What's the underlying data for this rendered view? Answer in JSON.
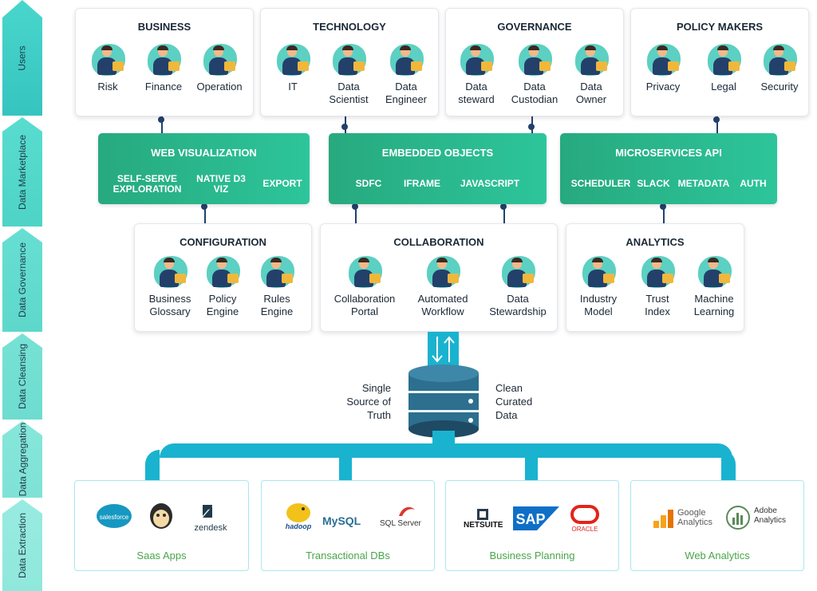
{
  "stages": [
    "Users",
    "Data Marketplace",
    "Data Governance",
    "Data Cleansing",
    "Data Aggregation",
    "Data Extraction"
  ],
  "users": [
    {
      "title": "BUSINESS",
      "items": [
        [
          "Risk"
        ],
        [
          "Finance"
        ],
        [
          "Operation"
        ]
      ]
    },
    {
      "title": "TECHNOLOGY",
      "items": [
        [
          "IT"
        ],
        [
          "Data",
          "Scientist"
        ],
        [
          "Data",
          "Engineer"
        ]
      ]
    },
    {
      "title": "GOVERNANCE",
      "items": [
        [
          "Data",
          "steward"
        ],
        [
          "Data",
          "Custodian"
        ],
        [
          "Data",
          "Owner"
        ]
      ]
    },
    {
      "title": "POLICY MAKERS",
      "items": [
        [
          "Privacy"
        ],
        [
          "Legal"
        ],
        [
          "Security"
        ]
      ]
    }
  ],
  "marketplace": [
    {
      "title": "WEB VISUALIZATION",
      "items": [
        [
          "SELF-SERVE",
          "EXPLORATION"
        ],
        [
          "NATIVE D3",
          "VIZ"
        ],
        [
          "EXPORT"
        ]
      ]
    },
    {
      "title": "EMBEDDED OBJECTS",
      "items": [
        [
          "SDFC"
        ],
        [
          "IFRAME"
        ],
        [
          "JAVASCRIPT"
        ]
      ]
    },
    {
      "title": "MICROSERVICES API",
      "items": [
        [
          "SCHEDULER"
        ],
        [
          "SLACK"
        ],
        [
          "METADATA"
        ],
        [
          "AUTH"
        ]
      ]
    }
  ],
  "governance": [
    {
      "title": "CONFIGURATION",
      "items": [
        [
          "Business",
          "Glossary"
        ],
        [
          "Policy",
          "Engine"
        ],
        [
          "Rules",
          "Engine"
        ]
      ]
    },
    {
      "title": "COLLABORATION",
      "items": [
        [
          "Collaboration",
          "Portal"
        ],
        [
          "Automated",
          "Workflow"
        ],
        [
          "Data",
          "Stewardship"
        ]
      ]
    },
    {
      "title": "ANALYTICS",
      "items": [
        [
          "Industry",
          "Model"
        ],
        [
          "Trust",
          "Index"
        ],
        [
          "Machine",
          "Learning"
        ]
      ]
    }
  ],
  "hub": {
    "left": [
      "Single",
      "Source of",
      "Truth"
    ],
    "right": [
      "Clean",
      "Curated",
      "Data"
    ]
  },
  "sources": [
    {
      "label": "Saas Apps",
      "logos": [
        "salesforce",
        "",
        "zendesk"
      ]
    },
    {
      "label": "Transactional DBs",
      "logos": [
        "hadoop",
        "MySQL",
        "SQL Server"
      ]
    },
    {
      "label": "Business Planning",
      "logos": [
        "NETSUITE",
        "SAP",
        "ORACLE"
      ]
    },
    {
      "label": "Web Analytics",
      "logos": [
        "Google",
        "Analytics",
        "Adobe",
        "Analytics"
      ]
    }
  ],
  "colors": {
    "green_start": "#27a97e",
    "green_end": "#2dc59b",
    "pipe": "#19b3d0",
    "navy": "#23406b",
    "source_label": "#4aa54a"
  }
}
